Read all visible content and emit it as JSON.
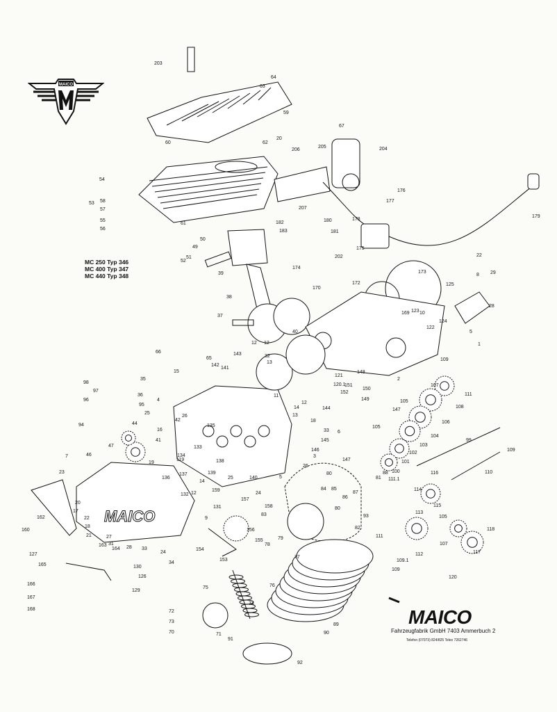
{
  "logo": {
    "text": "MAICO"
  },
  "models": [
    "MC 250  Typ 346",
    "MC 400  Typ 347",
    "MC 440  Typ 348"
  ],
  "footer": {
    "brand": "MAICO",
    "address": "Fahrzeugfabrik GmbH 7403 Ammerbuch 2",
    "phone": "Telefon (07073) 824/825  Telex 7262746"
  },
  "labels": [
    "203",
    "64",
    "63",
    "59",
    "67",
    "20",
    "60",
    "62",
    "206",
    "205",
    "204",
    "54",
    "53",
    "58",
    "57",
    "55",
    "56",
    "61",
    "50",
    "49",
    "51",
    "52",
    "39",
    "207",
    "176",
    "177",
    "179",
    "178",
    "175",
    "182",
    "180",
    "181",
    "183",
    "202",
    "174",
    "22",
    "29",
    "8",
    "172",
    "173",
    "170",
    "125",
    "28",
    "38",
    "37",
    "123",
    "169",
    "10",
    "124",
    "122",
    "5",
    "1",
    "40",
    "66",
    "65",
    "143",
    "12",
    "12",
    "142",
    "141",
    "32",
    "109",
    "13",
    "15",
    "2",
    "121",
    "148",
    "120.1",
    "151",
    "150",
    "152",
    "111",
    "107",
    "108",
    "98",
    "97",
    "35",
    "36",
    "96",
    "95",
    "4",
    "11",
    "12",
    "149",
    "105",
    "25",
    "26",
    "42",
    "14",
    "13",
    "18",
    "144",
    "147",
    "106",
    "104",
    "103",
    "99",
    "109",
    "94",
    "44",
    "16",
    "41",
    "6",
    "33",
    "145",
    "105",
    "146",
    "102",
    "101",
    "147",
    "47",
    "46",
    "7",
    "3",
    "26",
    "81",
    "100",
    "111.1",
    "80",
    "88",
    "110",
    "19",
    "133",
    "134",
    "119",
    "138",
    "135",
    "23",
    "136",
    "137",
    "14",
    "139",
    "25",
    "140",
    "5",
    "132",
    "12",
    "159",
    "157",
    "24",
    "86",
    "84",
    "85",
    "87",
    "116",
    "114",
    "115",
    "105",
    "131",
    "158",
    "83",
    "80",
    "93",
    "20",
    "17",
    "22",
    "162",
    "160",
    "18",
    "21",
    "9",
    "156",
    "82",
    "113",
    "118",
    "27",
    "31",
    "163",
    "164",
    "155",
    "78",
    "79",
    "111",
    "107",
    "117",
    "154",
    "127",
    "28",
    "33",
    "24",
    "34",
    "153",
    "77",
    "109.1",
    "112",
    "109",
    "165",
    "130",
    "126",
    "120",
    "166",
    "129",
    "75",
    "76",
    "167",
    "74",
    "168",
    "73",
    "89",
    "72",
    "90",
    "70",
    "71",
    "91",
    "92"
  ]
}
